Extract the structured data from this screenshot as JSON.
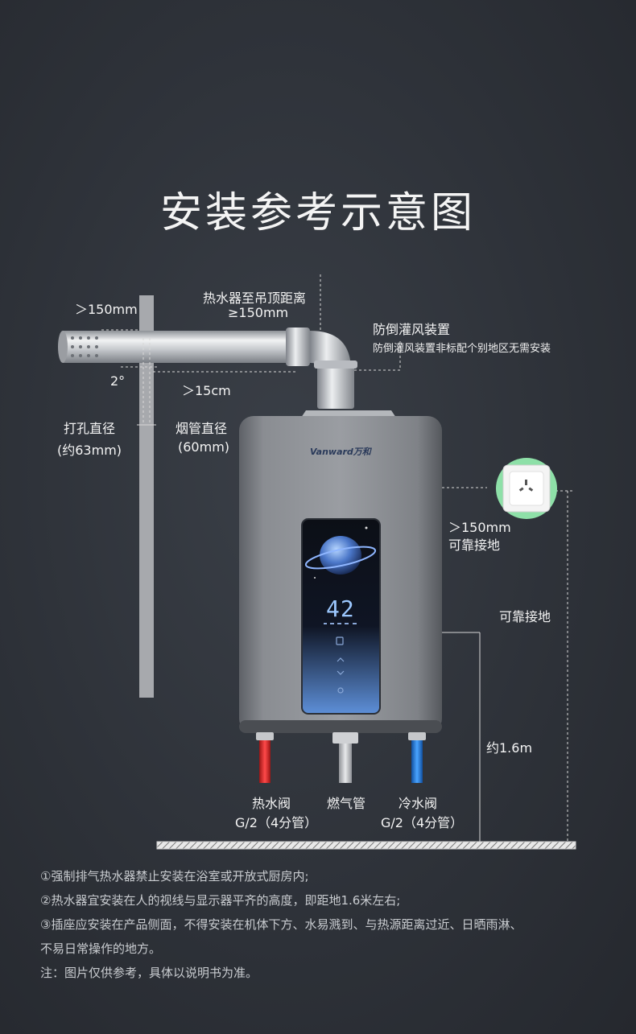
{
  "title": "安装参考示意图",
  "labels": {
    "left_clearance": "＞150mm",
    "ceiling_distance_line1": "热水器至吊顶距离",
    "ceiling_distance_line2": "≥150mm",
    "anti_backdraft_title": "防倒灌风装置",
    "anti_backdraft_note": "防倒灌风装置非标配个别地区无需安装",
    "slope": "2°",
    "wall_depth": "＞15cm",
    "hole_diameter_line1": "打孔直径",
    "hole_diameter_line2": "(约63mm)",
    "flue_diameter_line1": "烟管直径",
    "flue_diameter_line2": "(60mm)",
    "socket_clearance_line1": "＞150mm",
    "socket_clearance_line2": "可靠接地",
    "grounding": "可靠接地",
    "height": "约1.6m",
    "hot_valve_line1": "热水阀",
    "hot_valve_line2": "G/2（4分管）",
    "gas_pipe": "燃气管",
    "cold_valve_line1": "冷水阀",
    "cold_valve_line2": "G/2（4分管）"
  },
  "heater": {
    "brand": "Vanward万和",
    "display_temp": "42"
  },
  "notes": [
    "①强制排气热水器禁止安装在浴室或开放式厨房内;",
    "②热水器宜安装在人的视线与显示器平齐的高度，即距地1.6米左右;",
    "③插座应安装在产品侧面，不得安装在机体下方、水易溅到、与热源距离过近、日晒雨淋、",
    "不易日常操作的地方。",
    "注：图片仅供参考，具体以说明书为准。"
  ],
  "colors": {
    "background": "#2e3239",
    "hot_pipe": "#e02a2a",
    "cold_pipe": "#2a7ee0",
    "socket_ring": "#8ee0a8"
  },
  "icons": [
    "socket-icon"
  ]
}
